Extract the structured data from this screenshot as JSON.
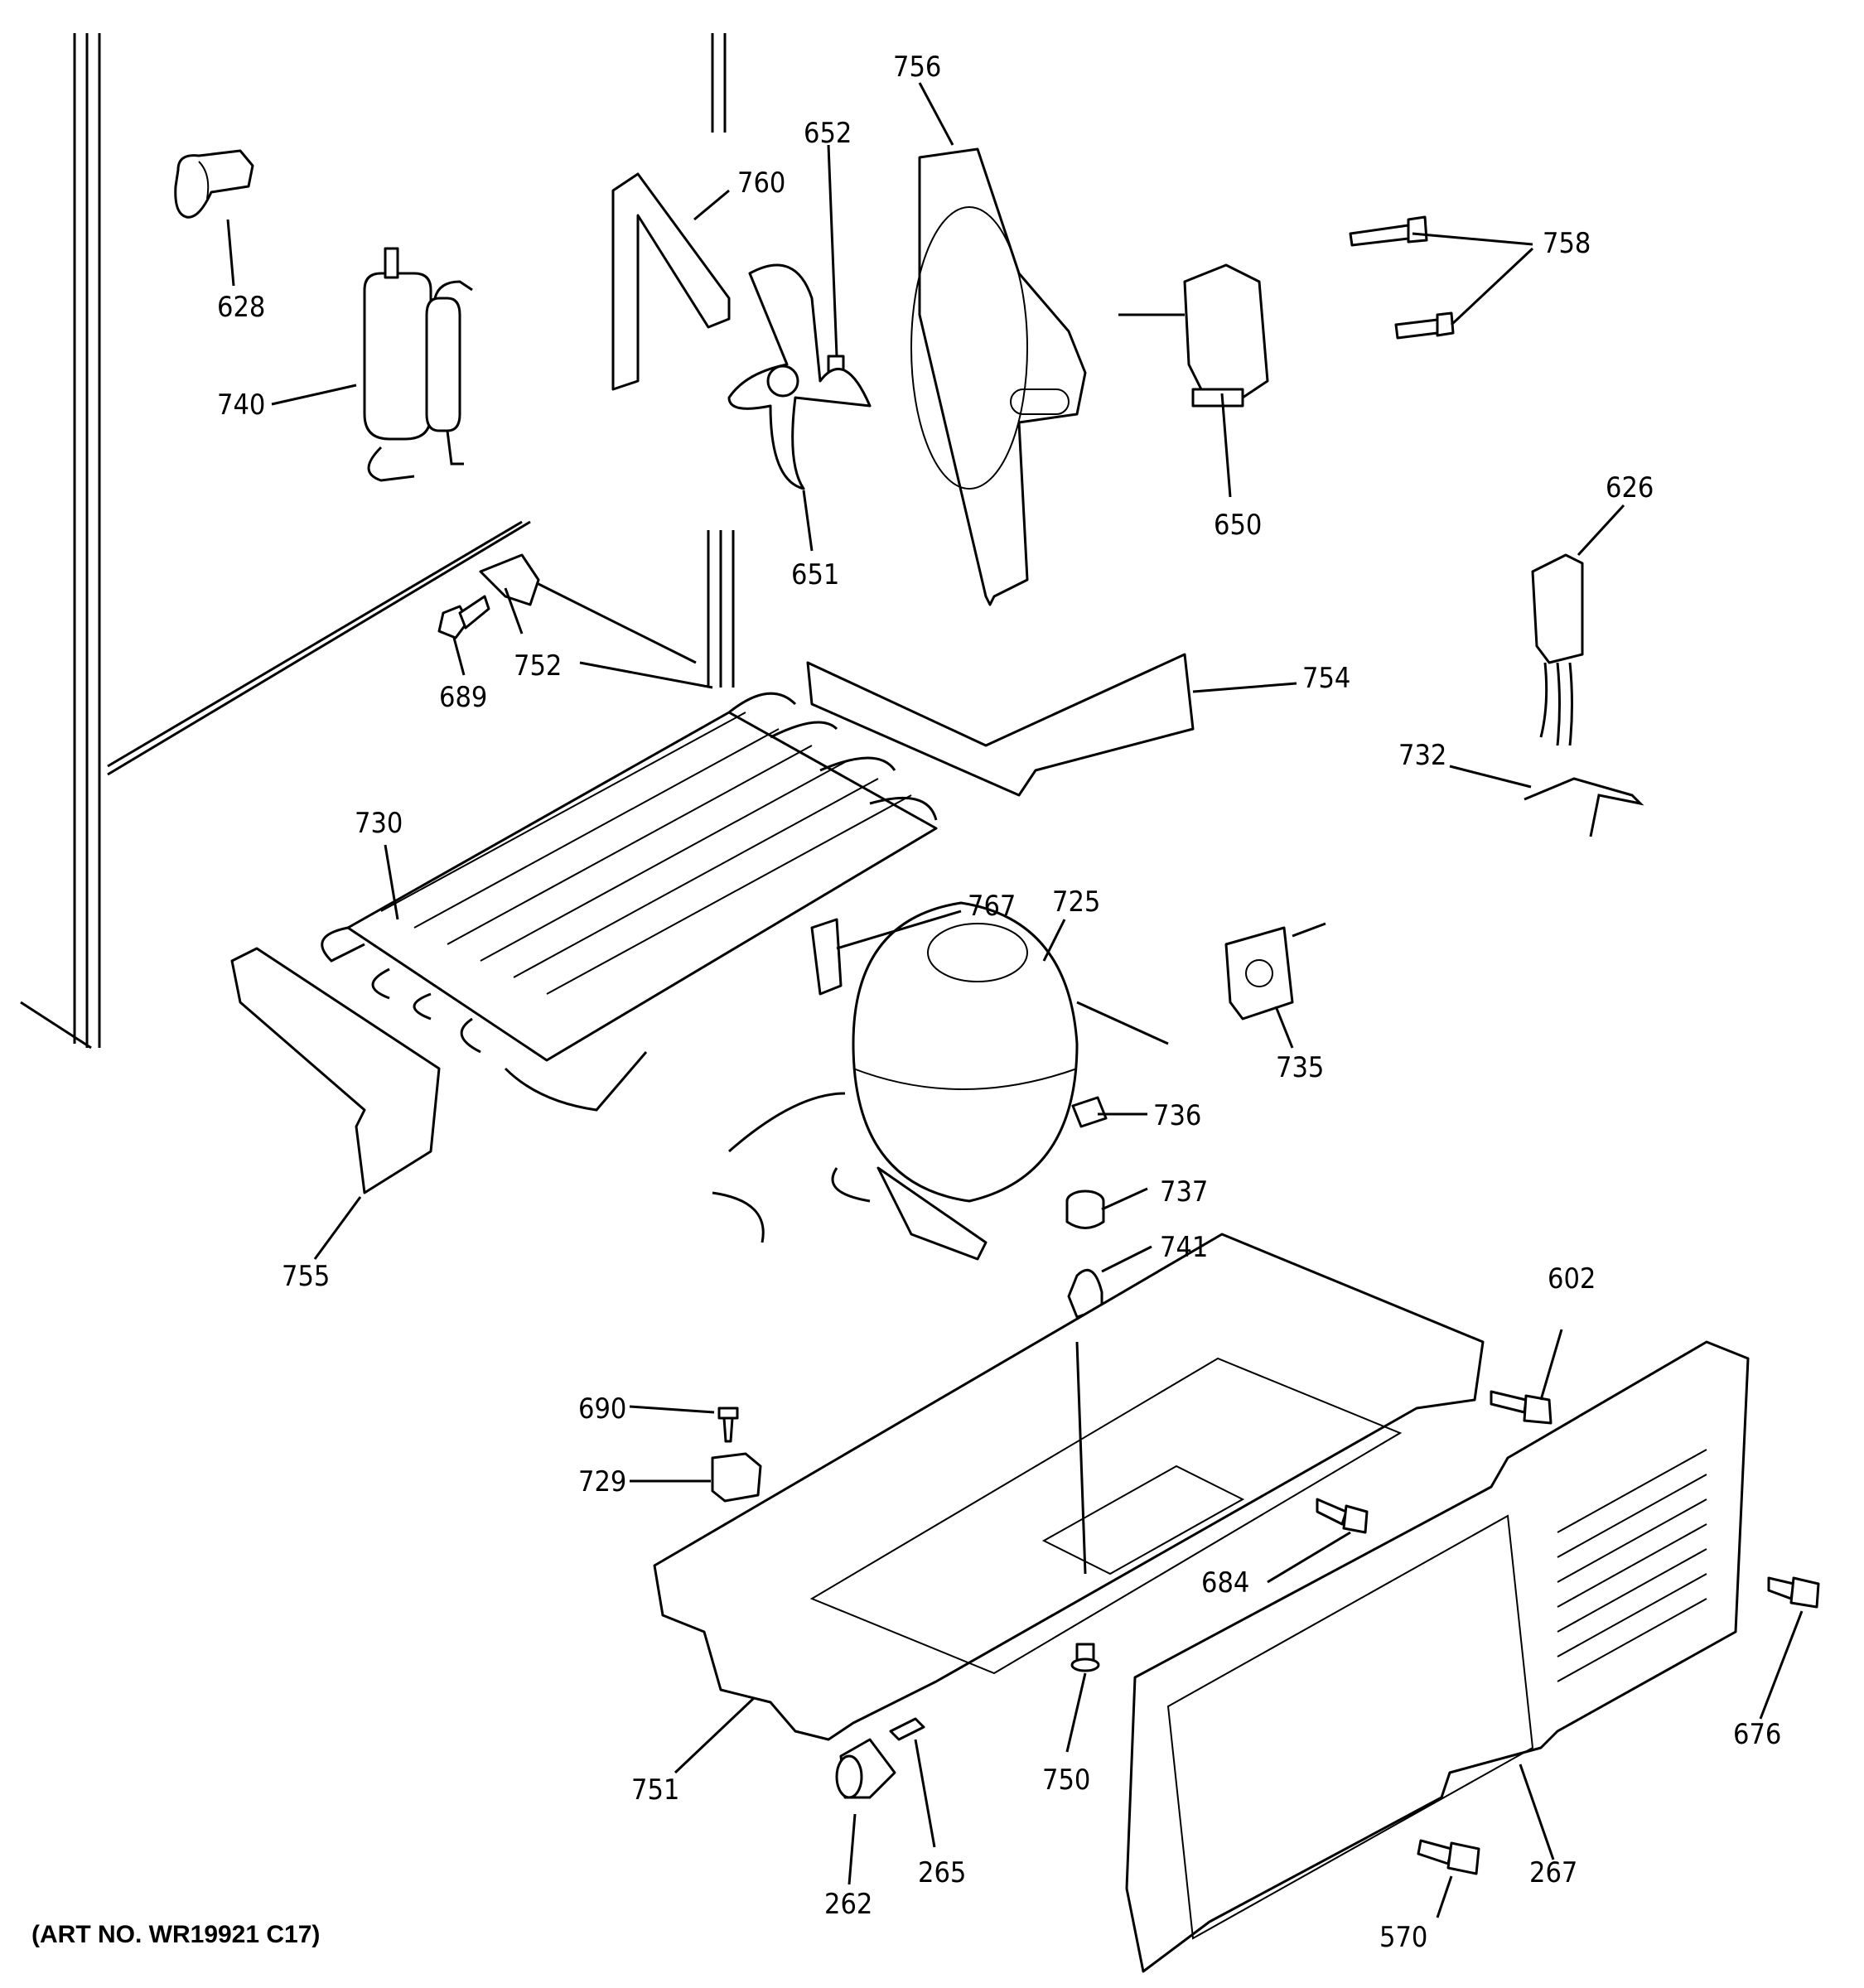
{
  "art_number": "(ART NO. WR19921 C17)",
  "parts": [
    {
      "id": "628",
      "name": "part-628"
    },
    {
      "id": "740",
      "name": "part-740"
    },
    {
      "id": "760",
      "name": "part-760"
    },
    {
      "id": "652",
      "name": "part-652"
    },
    {
      "id": "651",
      "name": "part-651"
    },
    {
      "id": "756",
      "name": "part-756"
    },
    {
      "id": "650",
      "name": "part-650"
    },
    {
      "id": "758",
      "name": "part-758"
    },
    {
      "id": "626",
      "name": "part-626"
    },
    {
      "id": "752",
      "name": "part-752"
    },
    {
      "id": "689",
      "name": "part-689"
    },
    {
      "id": "754",
      "name": "part-754"
    },
    {
      "id": "732",
      "name": "part-732"
    },
    {
      "id": "730",
      "name": "part-730"
    },
    {
      "id": "767",
      "name": "part-767"
    },
    {
      "id": "725",
      "name": "part-725"
    },
    {
      "id": "735",
      "name": "part-735"
    },
    {
      "id": "736",
      "name": "part-736"
    },
    {
      "id": "737",
      "name": "part-737"
    },
    {
      "id": "741",
      "name": "part-741"
    },
    {
      "id": "755",
      "name": "part-755"
    },
    {
      "id": "602",
      "name": "part-602"
    },
    {
      "id": "690",
      "name": "part-690"
    },
    {
      "id": "729",
      "name": "part-729"
    },
    {
      "id": "684",
      "name": "part-684"
    },
    {
      "id": "676",
      "name": "part-676"
    },
    {
      "id": "751",
      "name": "part-751"
    },
    {
      "id": "750",
      "name": "part-750"
    },
    {
      "id": "267",
      "name": "part-267"
    },
    {
      "id": "262",
      "name": "part-262"
    },
    {
      "id": "265",
      "name": "part-265"
    },
    {
      "id": "570",
      "name": "part-570"
    }
  ]
}
